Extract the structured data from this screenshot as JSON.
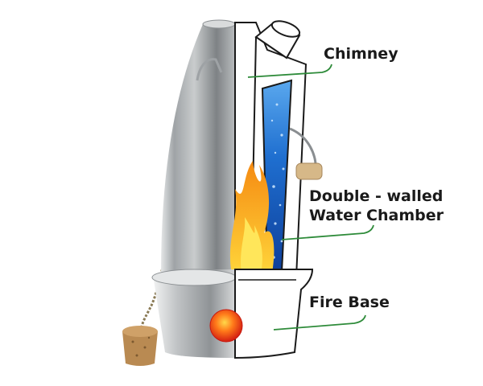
{
  "labels": {
    "chimney": "Chimney",
    "water_chamber_line1": "Double - walled",
    "water_chamber_line2": "Water Chamber",
    "fire_base": "Fire Base"
  },
  "colors": {
    "leader_line": "#2e8b3a",
    "water": "#1f6fd0",
    "flame_outer": "#f7a21a",
    "flame_inner": "#ffe14a",
    "ember": "#e8321e",
    "steel": "#b4b8bb"
  },
  "icons": [
    "flame-icon",
    "ember-icon",
    "cork-stopper-icon",
    "handle-icon",
    "chain-icon"
  ]
}
